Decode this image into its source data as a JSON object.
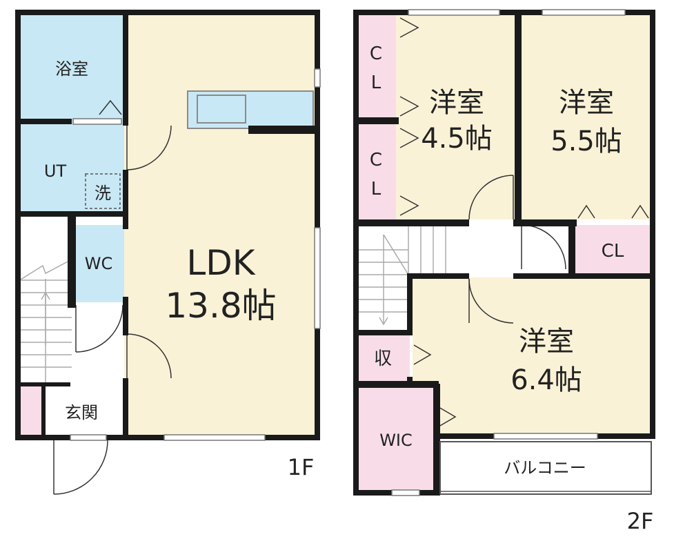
{
  "colors": {
    "ldk_floor": "#faf2d7",
    "wet_area": "#c9e8f5",
    "storage": "#f8dde8",
    "hall": "#ffffff",
    "wall": "#1a1a1a",
    "fixture_line": "#8a8a8a"
  },
  "floor1": {
    "level_label": "1F",
    "bathroom": "浴室",
    "utility": "UT",
    "washer": "洗",
    "toilet": "WC",
    "ldk_name": "LDK",
    "ldk_size": "13.8帖",
    "entrance": "玄関"
  },
  "floor2": {
    "level_label": "2F",
    "closet_a_line1": "C",
    "closet_a_line2": "L",
    "closet_b_line1": "C",
    "closet_b_line2": "L",
    "room_a_name": "洋室",
    "room_a_size": "4.5帖",
    "room_b_name": "洋室",
    "room_b_size": "5.5帖",
    "closet_c": "CL",
    "storage_small": "収",
    "room_c_name": "洋室",
    "room_c_size": "6.4帖",
    "walk_in_closet": "WIC",
    "balcony": "バルコニー"
  }
}
